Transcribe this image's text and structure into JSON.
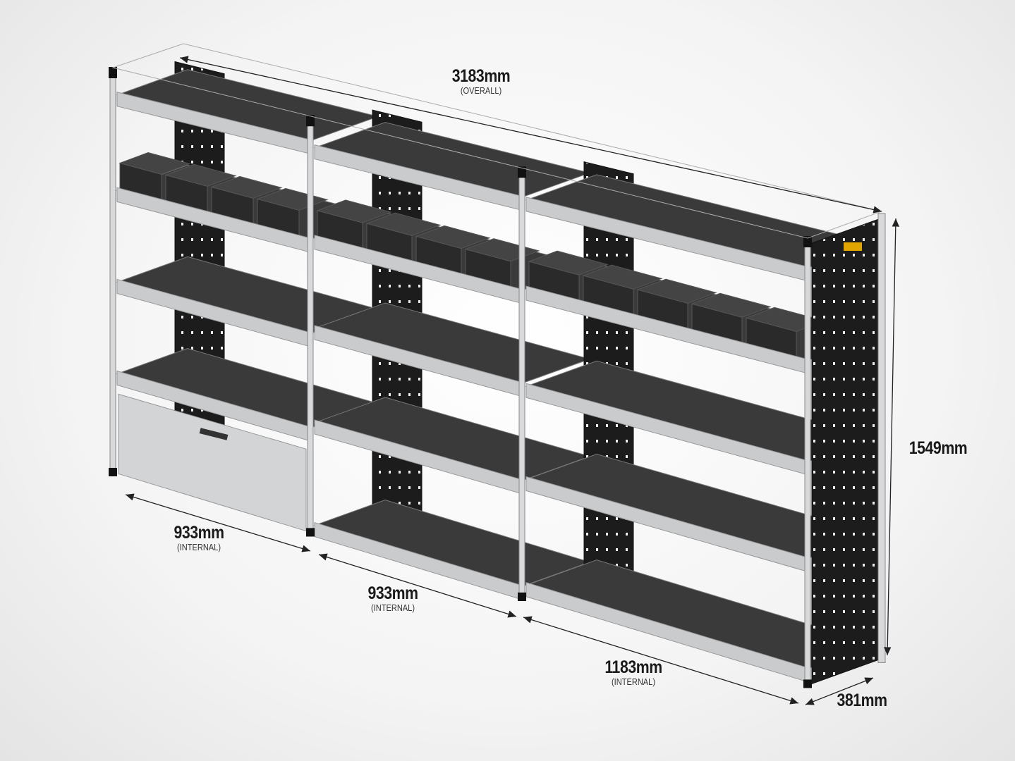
{
  "dimensions": {
    "overall_width": {
      "value": "3183mm",
      "note": "(OVERALL)"
    },
    "left_bay": {
      "value": "933mm",
      "note": "(INTERNAL)"
    },
    "middle_bay": {
      "value": "933mm",
      "note": "(INTERNAL)"
    },
    "right_bay": {
      "value": "1183mm",
      "note": "(INTERNAL)"
    },
    "height": {
      "value": "1549mm"
    },
    "depth": {
      "value": "381mm"
    }
  },
  "colors": {
    "frame": "#c9cbcd",
    "panel": "#1e1e1e",
    "tray": "#3a3a3a",
    "bin": "#2a2a2a",
    "logo": "#e0a500"
  }
}
